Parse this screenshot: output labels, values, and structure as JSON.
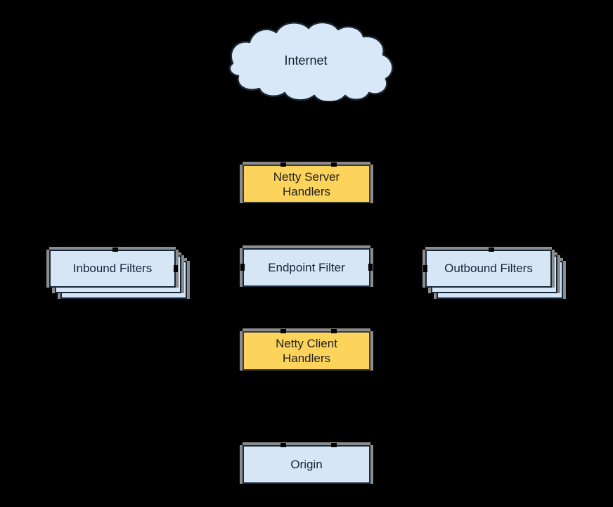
{
  "cloud": {
    "label": "Internet"
  },
  "nodes": {
    "netty_server": {
      "label": "Netty Server Handlers"
    },
    "inbound": {
      "label": "Inbound Filters"
    },
    "endpoint": {
      "label": "Endpoint Filter"
    },
    "outbound": {
      "label": "Outbound Filters"
    },
    "netty_client": {
      "label": "Netty Client Handlers"
    },
    "origin": {
      "label": "Origin"
    }
  },
  "colors": {
    "background": "#000000",
    "yellow_fill": "#fcd45c",
    "yellow_border": "#3a3a3a",
    "blue_fill": "#d6e6f4",
    "blue_border": "#14293c",
    "cloud_fill": "#d9e8f8",
    "cloud_stroke": "#1a2731",
    "shadow": "#8c8c8c",
    "text_dark": "#1f1f1f",
    "text_navy": "#14263a"
  }
}
